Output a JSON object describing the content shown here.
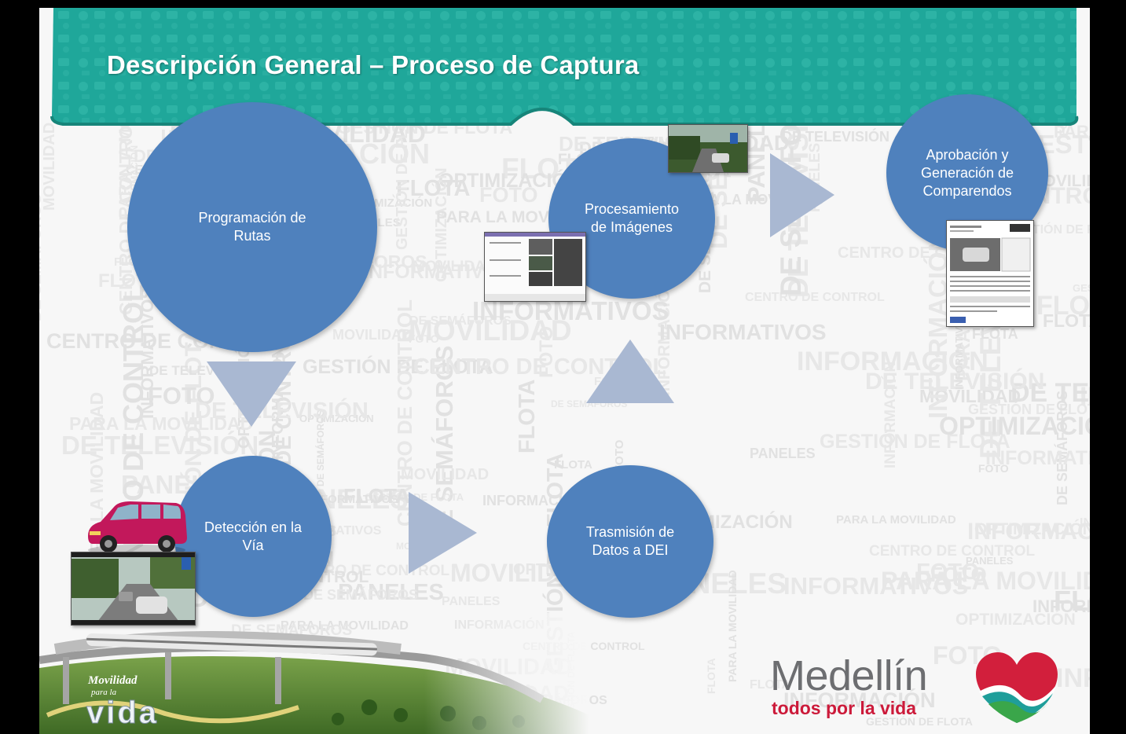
{
  "slide": {
    "title": "Descripción General – Proceso de Captura"
  },
  "diagram": {
    "nodes": [
      {
        "id": "programacion",
        "label": "Programación de\nRutas"
      },
      {
        "id": "procesamiento",
        "label": "Procesamiento\nde Imágenes"
      },
      {
        "id": "aprobacion",
        "label": "Aprobación y\nGeneración de\nComparendos"
      },
      {
        "id": "deteccion",
        "label": "Detección en la\nVía"
      },
      {
        "id": "trasmision",
        "label": "Trasmisión de\nDatos a DEI"
      }
    ],
    "flow": [
      "programacion",
      "deteccion",
      "trasmision",
      "procesamiento",
      "aprobacion"
    ],
    "node_color": "#4f81bd",
    "arrow_color": "#a9b8d2"
  },
  "background": {
    "header_color": "#1fa79a",
    "words": [
      "FLOTA",
      "MOVILIDAD",
      "PANELES",
      "INFORMATIVOS",
      "OPTIMIZACIÓN",
      "DE SEMÁFOROS",
      "CENTRO DE CONTROL",
      "INFORMACIÓN",
      "FOTO",
      "GESTIÓN DE FLOTA",
      "PARA LA MOVILIDAD",
      "DE TELEVISIÓN"
    ]
  },
  "footer": {
    "scene_text_1": "Movilidad",
    "scene_text_2": "para la",
    "scene_text_3": "vida",
    "logo_name": "Medellín",
    "logo_slogan": "todos por la vida",
    "logo_colors": {
      "red": "#d21f3c",
      "green": "#3aa64a",
      "teal": "#1f9e9a",
      "gray": "#6d6e71"
    }
  }
}
